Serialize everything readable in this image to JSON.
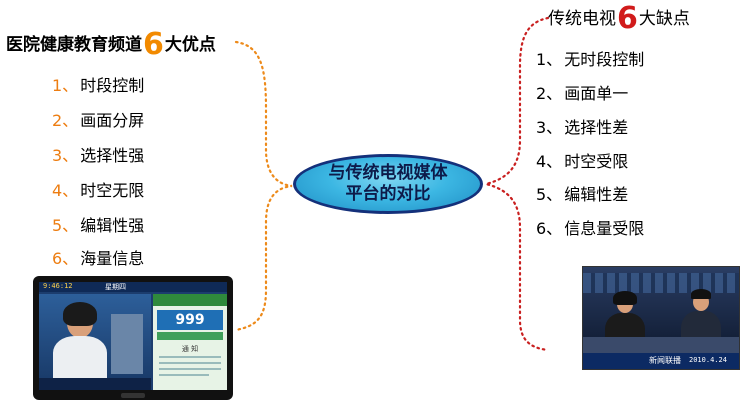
{
  "left": {
    "title_pre": "医院健康教育频道",
    "title_num": "6",
    "title_post": "大优点",
    "items": [
      {
        "num": "1、",
        "text": "时段控制"
      },
      {
        "num": "2、",
        "text": "画面分屏"
      },
      {
        "num": "3、",
        "text": "选择性强"
      },
      {
        "num": "4、",
        "text": "时空无限"
      },
      {
        "num": "5、",
        "text": "编辑性强"
      },
      {
        "num": "6、",
        "text": "海量信息"
      }
    ]
  },
  "right": {
    "title_pre": "传统电视",
    "title_num": "6",
    "title_post": "大缺点",
    "items": [
      {
        "num": "1、",
        "text": "无时段控制"
      },
      {
        "num": "2、",
        "text": "画面单一"
      },
      {
        "num": "3、",
        "text": "选择性差"
      },
      {
        "num": "4、",
        "text": "时空受限"
      },
      {
        "num": "5、",
        "text": "编辑性差"
      },
      {
        "num": "6、",
        "text": "信息量受限"
      }
    ]
  },
  "center": {
    "line1": "与传统电视媒体",
    "line2": "平台的对比"
  },
  "tv_left": {
    "time": "9:46:12",
    "weekday": "星期四",
    "ticker": "999",
    "notice": "通 知"
  },
  "tv_right": {
    "date": "2010.4.24",
    "caption": "新闻联播"
  },
  "colors": {
    "left_accent": "#ed7d11",
    "right_accent": "#d11b1b",
    "ellipse_fill": "#3cb7e3",
    "ellipse_border": "#14307a"
  }
}
